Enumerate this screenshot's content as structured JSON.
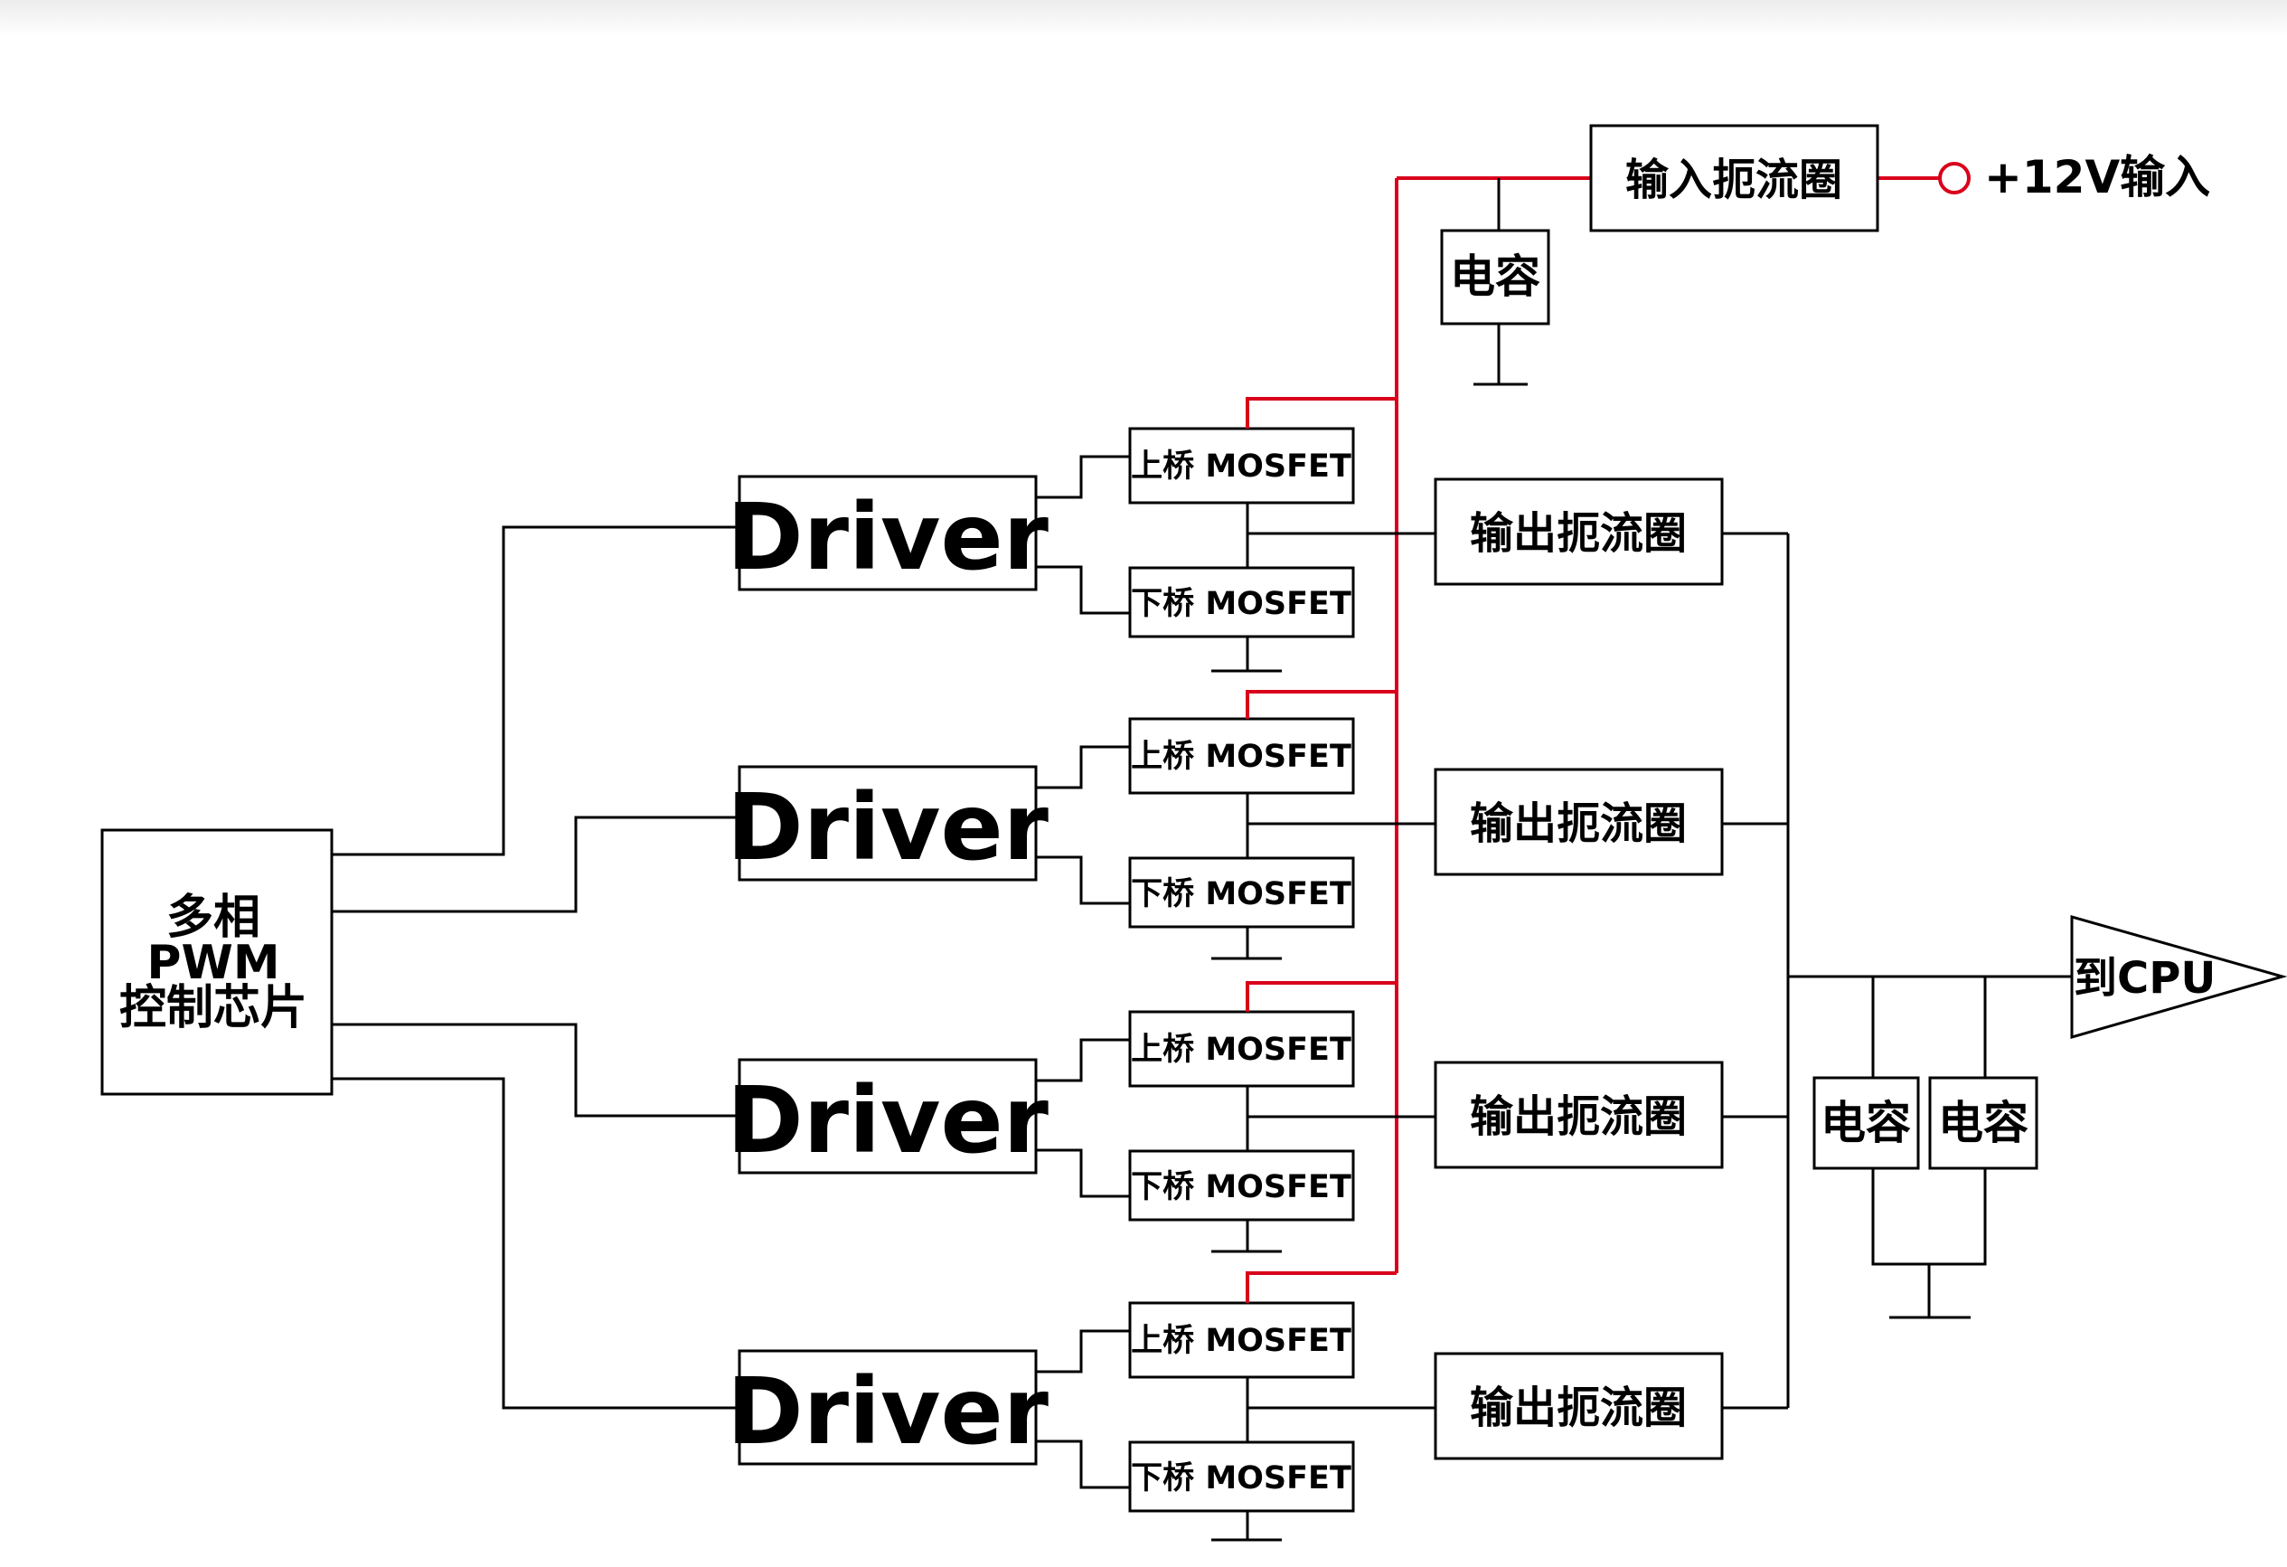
{
  "diagram": {
    "pwm_chip": {
      "lines": [
        "多相",
        "PWM",
        "控制芯片"
      ]
    },
    "driver_label": "Driver",
    "high_side_label": "上桥 MOSFET",
    "low_side_label": "下桥 MOSFET",
    "output_choke_label": "输出扼流圈",
    "input_choke_label": "输入扼流圈",
    "capacitor_label": "电容",
    "input_label": "+12V输入",
    "output_label": "到CPU",
    "phase_count": 4,
    "colors": {
      "input_rail": "#d9001b",
      "wire": "#000000",
      "background": "#ffffff"
    }
  }
}
